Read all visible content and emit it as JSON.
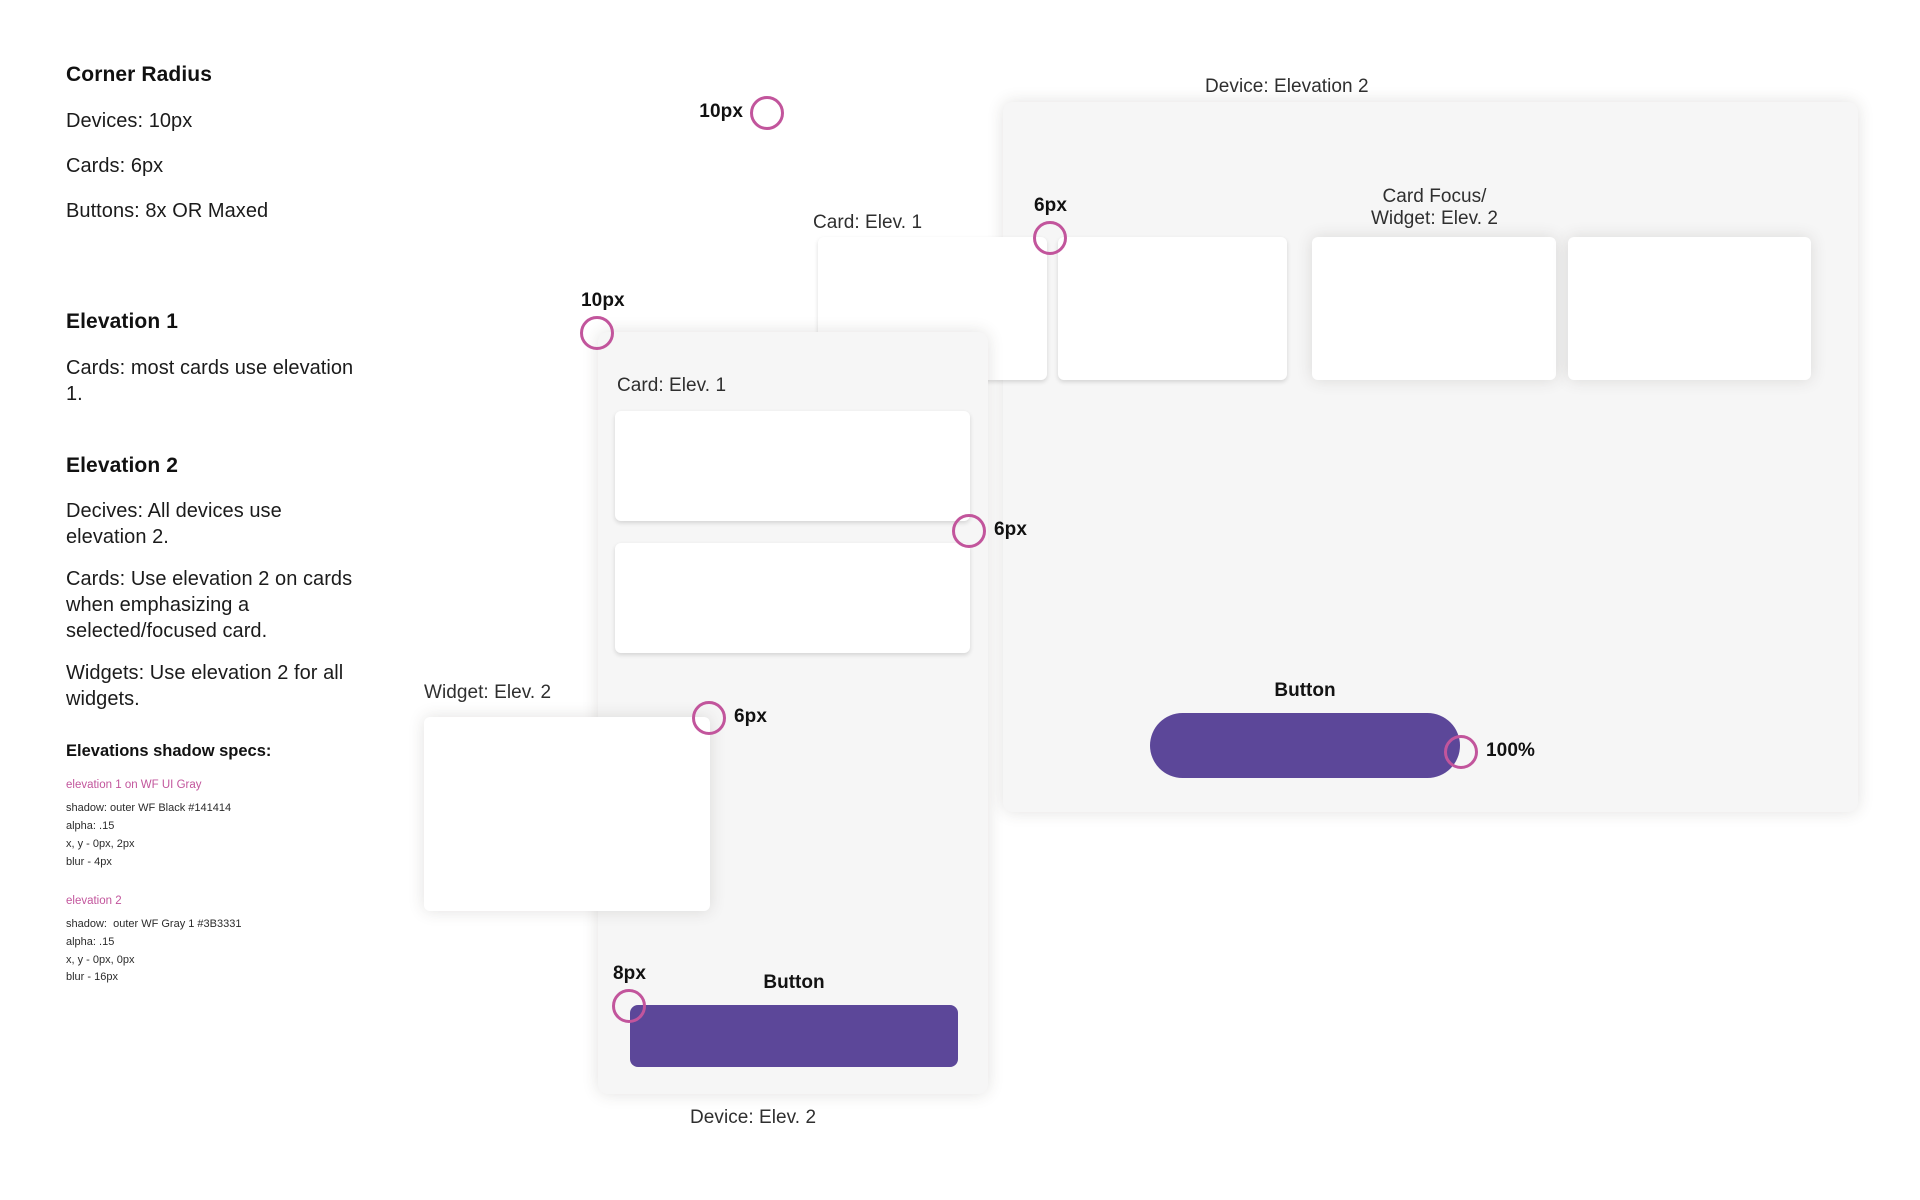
{
  "spec": {
    "corner_radius": {
      "heading": "Corner Radius",
      "lines": [
        "Devices: 10px",
        "Cards: 6px",
        "Buttons: 8x OR Maxed"
      ]
    },
    "elevation_1": {
      "heading": "Elevation 1",
      "lines": [
        "Cards: most cards use elevation 1."
      ]
    },
    "elevation_2": {
      "heading": "Elevation 2",
      "lines": [
        "Decives: All devices use elevation 2.",
        "Cards: Use elevation 2 on cards when emphasizing a selected/focused card.",
        "Widgets: Use elevation 2 for all widgets."
      ]
    },
    "shadow_specs": {
      "title": "Elevations shadow specs:",
      "groups": [
        {
          "label": "elevation 1 on WF UI Gray",
          "shadow": "shadow: outer WF Black #141414",
          "alpha": "alpha: .15",
          "offset": "x, y - 0px, 2px",
          "blur": "blur - 4px"
        },
        {
          "label": "elevation 2",
          "shadow": "shadow:  outer WF Gray 1 #3B3331",
          "alpha": "alpha: .15",
          "offset": "x, y - 0px, 0px",
          "blur": "blur - 16px"
        }
      ]
    }
  },
  "artboard": {
    "labels": {
      "device_elev_2_top": "Device: Elevation 2",
      "card_elev_1_top": "Card: Elev. 1",
      "card_focus_widget_line1": "Card Focus/",
      "card_focus_widget_line2": "Widget: Elev. 2",
      "card_elev_1_mid": "Card: Elev. 1",
      "widget_elev_2": "Widget: Elev. 2",
      "device_elev_2_bottom": "Device: Elev. 2"
    },
    "buttons": {
      "pill_label": "Button",
      "rect_label": "Button"
    },
    "annotations": [
      {
        "value": "10px",
        "target": "device-elevation-2-top-left-corner"
      },
      {
        "value": "6px",
        "target": "card-elev-1-top-right-corner"
      },
      {
        "value": "10px",
        "target": "device-elev-2-mid-top-left-corner"
      },
      {
        "value": "6px",
        "target": "card-elev-1-mid-right-corner"
      },
      {
        "value": "6px",
        "target": "widget-elev-2-top-right-corner"
      },
      {
        "value": "100%",
        "target": "pill-button-right-edge"
      },
      {
        "value": "8px",
        "target": "rect-button-top-left-corner"
      }
    ]
  },
  "colors": {
    "annotation_pink": "#C2559C",
    "button_purple": "#5C4799",
    "device_gray": "#F6F6F6",
    "card_white": "#FFFFFF",
    "text_dark": "#1B1B1B"
  }
}
